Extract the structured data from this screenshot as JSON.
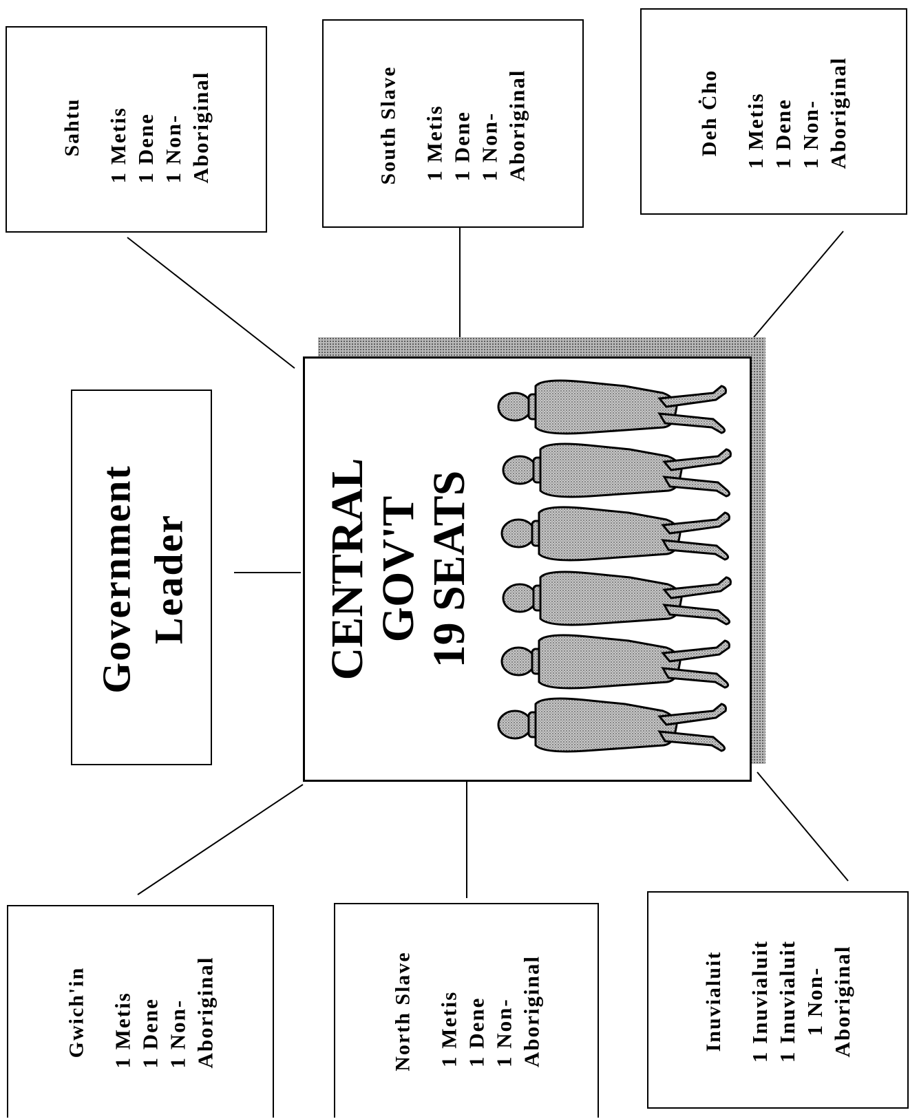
{
  "government_leader": {
    "line1": "Government",
    "line2": "Leader"
  },
  "central": {
    "line1": "CENTRAL",
    "line2": "GOV'T",
    "line3": "19 SEATS"
  },
  "regions": {
    "sahtu": {
      "name": "Sahtu",
      "seats": [
        "1 Metis",
        "1 Dene",
        "1 Non-",
        "Aboriginal"
      ]
    },
    "south_slave": {
      "name": "South Slave",
      "seats": [
        "1 Metis",
        "1 Dene",
        "1 Non-",
        "Aboriginal"
      ]
    },
    "deh_cho": {
      "name": "Deh Ċho",
      "seats": [
        "1 Metis",
        "1 Dene",
        "1 Non-",
        "Aboriginal"
      ]
    },
    "gwichin": {
      "name": "Gwich'in",
      "seats": [
        "1 Metis",
        "1 Dene",
        "1 Non-",
        "Aboriginal"
      ]
    },
    "north_slave": {
      "name": "North Slave",
      "seats": [
        "1 Metis",
        "1 Dene",
        "1 Non-",
        "Aboriginal"
      ]
    },
    "inuvialuit": {
      "name": "Inuvialuit",
      "seats": [
        "1 Inuvialuit",
        "1 Inuvialuit",
        "1 Non-",
        "Aboriginal"
      ]
    }
  }
}
